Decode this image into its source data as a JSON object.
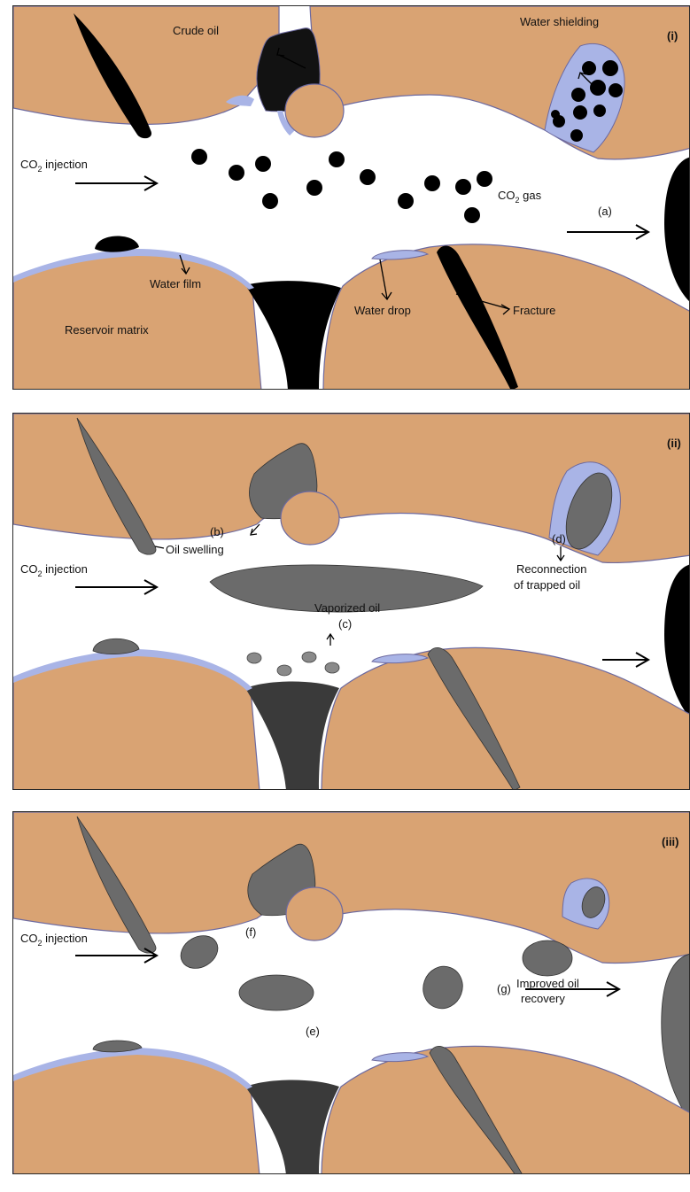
{
  "panels": [
    {
      "id": "i",
      "tag": "(i)",
      "labels": {
        "crude_oil": "Crude oil",
        "water_shielding": "Water shielding",
        "co2_injection": "CO",
        "co2_injection_sub": "2",
        "co2_injection_rest": " injection",
        "co2_gas": "CO",
        "co2_gas_sub": "2",
        "co2_gas_rest": " gas",
        "a": "(a)",
        "water_film": "Water film",
        "water_drop": "Water drop",
        "fracture": "Fracture",
        "reservoir_matrix": "Reservoir matrix"
      }
    },
    {
      "id": "ii",
      "tag": "(ii)",
      "labels": {
        "b": "(b)",
        "oil_swelling": "Oil swelling",
        "co2_injection": "CO",
        "co2_injection_sub": "2",
        "co2_injection_rest": " injection",
        "d": "(d)",
        "reconnection_1": "Reconnection",
        "reconnection_2": "of trapped oil",
        "vaporized_oil": "Vaporized oil",
        "c": "(c)"
      }
    },
    {
      "id": "iii",
      "tag": "(iii)",
      "labels": {
        "f": "(f)",
        "co2_injection": "CO",
        "co2_injection_sub": "2",
        "co2_injection_rest": " injection",
        "g": "(g)",
        "improved_1": "Improved oil",
        "improved_2": "recovery",
        "e": "(e)"
      }
    }
  ],
  "colors": {
    "rock": "#d9a373",
    "rock_edge": "#6d6aa0",
    "water": "#a9b4e6",
    "crude_oil": "#121212",
    "swollen_oil": "#6b6b6b",
    "dark_oil": "#3a3a3a",
    "co2_gas": "#000000"
  }
}
